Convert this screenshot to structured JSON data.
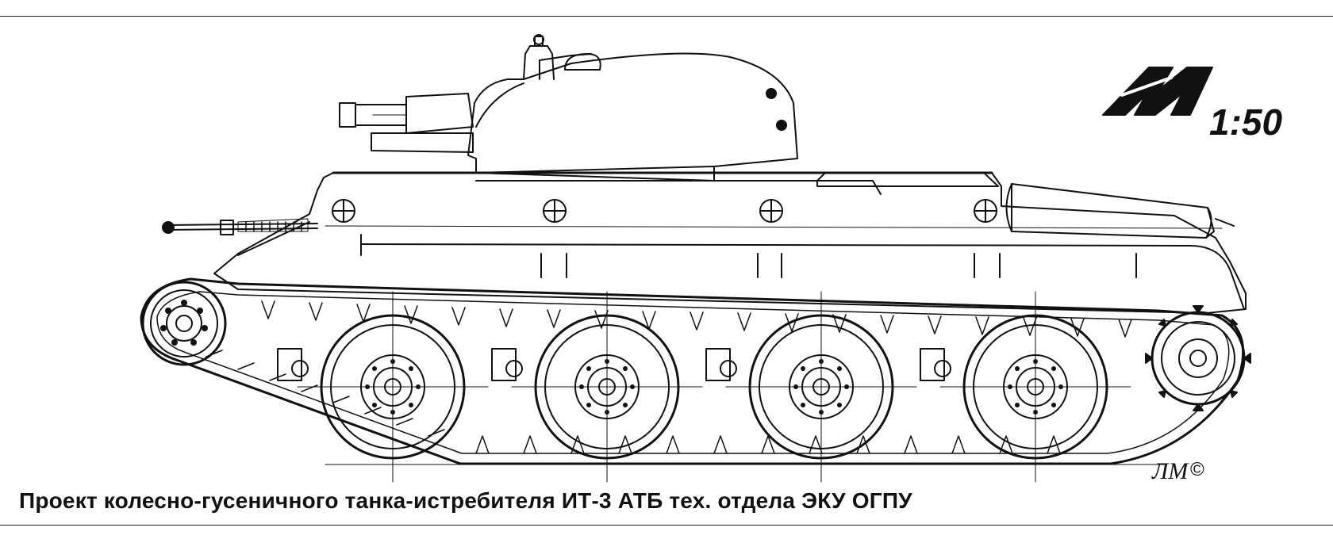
{
  "caption": "Проект колесно-гусеничного танка-истребителя ИТ-3 АТБ тех. отдела ЭКУ ОГПУ",
  "scale": "1:50",
  "signature": "ЛМ",
  "copyright": "©",
  "road_wheel_count": 4
}
